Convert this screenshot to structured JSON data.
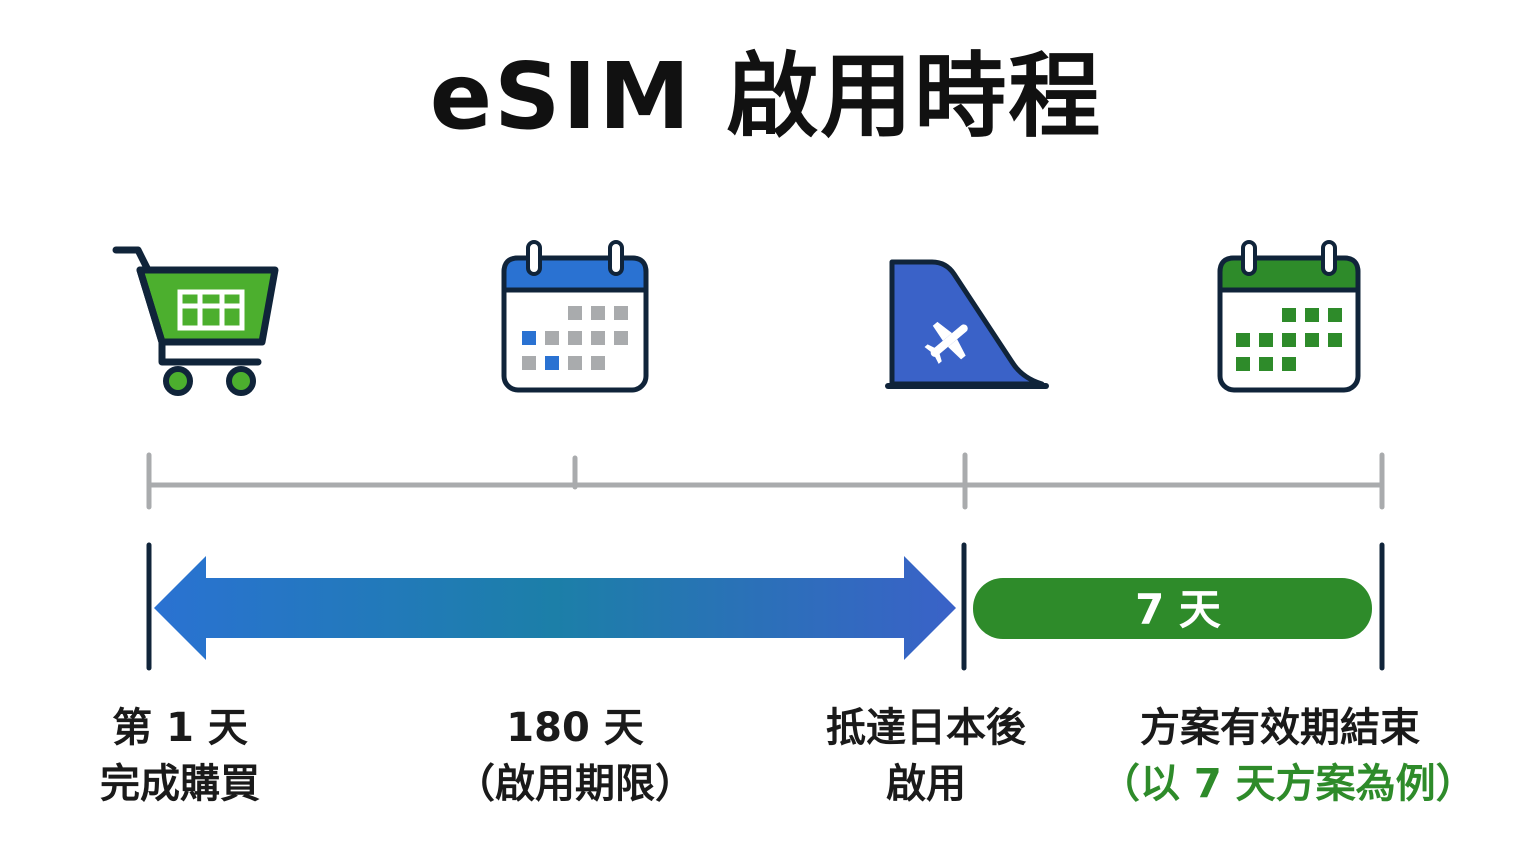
{
  "title": "eSIM 啟用時程",
  "colors": {
    "blue": "#2a6fd0",
    "green": "#2e8b2a",
    "navy": "#10243a",
    "gray": "#a9abad"
  },
  "icons": [
    "shopping-cart-icon",
    "calendar-blue-icon",
    "airplane-tail-icon",
    "calendar-green-icon"
  ],
  "bar_label": "7 天",
  "labels": [
    {
      "line1": "第 1 天",
      "line2": "完成購買"
    },
    {
      "line1": "180 天",
      "line2": "（啟用期限）"
    },
    {
      "line1": "抵達日本後",
      "line2": "啟用"
    },
    {
      "line1": "方案有效期結束",
      "line2": "（以 7 天方案為例）"
    }
  ]
}
